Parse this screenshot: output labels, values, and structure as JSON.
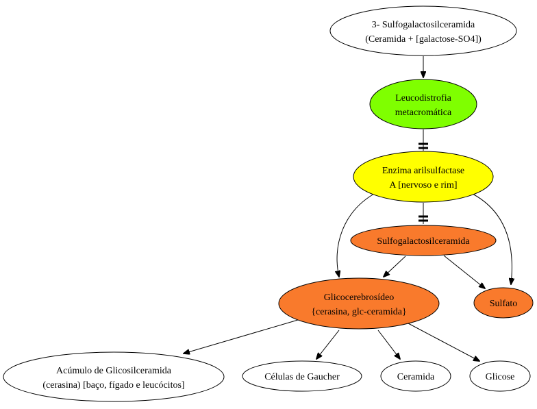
{
  "colors": {
    "white": "#ffffff",
    "green": "#7fff00",
    "yellow": "#ffff00",
    "orange": "#f97a2c",
    "line": "#000000"
  },
  "nodes": {
    "sulfogalactosilceramida_3": {
      "line1": "3- Sulfogalactosilceramida",
      "line2": "(Ceramida + [galactose-SO4])"
    },
    "leucodistrofia": {
      "line1": "Leucodistrofia",
      "line2": "metacromática"
    },
    "enzima": {
      "line1": "Enzima arilsulfactase",
      "line2": "A [nervoso e rim]"
    },
    "sulfogalactosilceramida": {
      "line1": "Sulfogalactosilceramida"
    },
    "sulfato": {
      "line1": "Sulfato"
    },
    "glicocerebrosideo": {
      "line1": "Glicocerebrosídeo",
      "line2": "{cerasina, glc-ceramida}"
    },
    "acumulo": {
      "line1": "Acúmulo de Glicosilceramida",
      "line2": "(cerasina) [baço, fígado e leucócitos]"
    },
    "celulas_gaucher": {
      "line1": "Células de Gaucher"
    },
    "ceramida": {
      "line1": "Ceramida"
    },
    "glicose": {
      "line1": "Glicose"
    }
  }
}
